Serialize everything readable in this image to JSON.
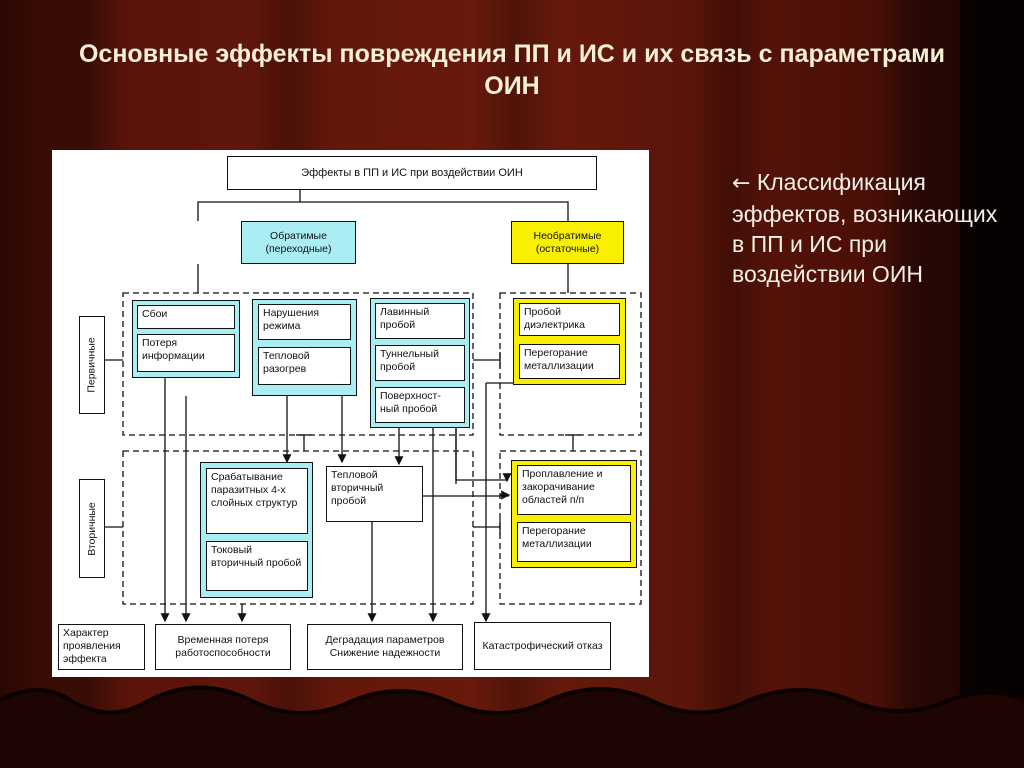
{
  "slide": {
    "title": "Основные эффекты повреждения ПП и ИС и их связь с параметрами ОИН",
    "note_arrow": "←",
    "note_text": " Классификация эффектов, возникающих в ПП и ИС при воздействии ОИН"
  },
  "colors": {
    "curtain": "#5a130b",
    "cyan": "#aaeef4",
    "yellow": "#f8f000"
  },
  "diagram": {
    "root": "Эффекты в ПП и ИС при воздействии ОИН",
    "reversible": "Обратимые (переходные)",
    "irreversible": "Необратимые (остаточные)",
    "primary_label": "Первичные",
    "secondary_label": "Вторичные",
    "primary": {
      "failures": "Сбои",
      "info_loss": "Потеря информации",
      "mode_violation": "Нарушения режима",
      "thermal_heating": "Тепловой разогрев",
      "avalanche": "Лавинный пробой",
      "tunnel": "Туннельный пробой",
      "surface": "Поверхност-ный пробой",
      "dielectric": "Пробой диэлектрика",
      "metal_burn": "Перегорание металлизации"
    },
    "secondary": {
      "parasitic": "Срабатывание паразитных 4-х слойных структур",
      "current_breakdown": "Токовый вторичный пробой",
      "thermal_secondary": "Тепловой вторичный пробой",
      "melting": "Проплавление и закорачивание областей п/п",
      "metal_burn2": "Перегорание металлизации"
    },
    "outcomes": {
      "nature": "Характер проявления эффекта",
      "temp_loss": "Временная потеря работоспособности",
      "degradation": "Деградация параметров Снижение надежности",
      "catastrophic": "Катастрофический отказ"
    }
  }
}
